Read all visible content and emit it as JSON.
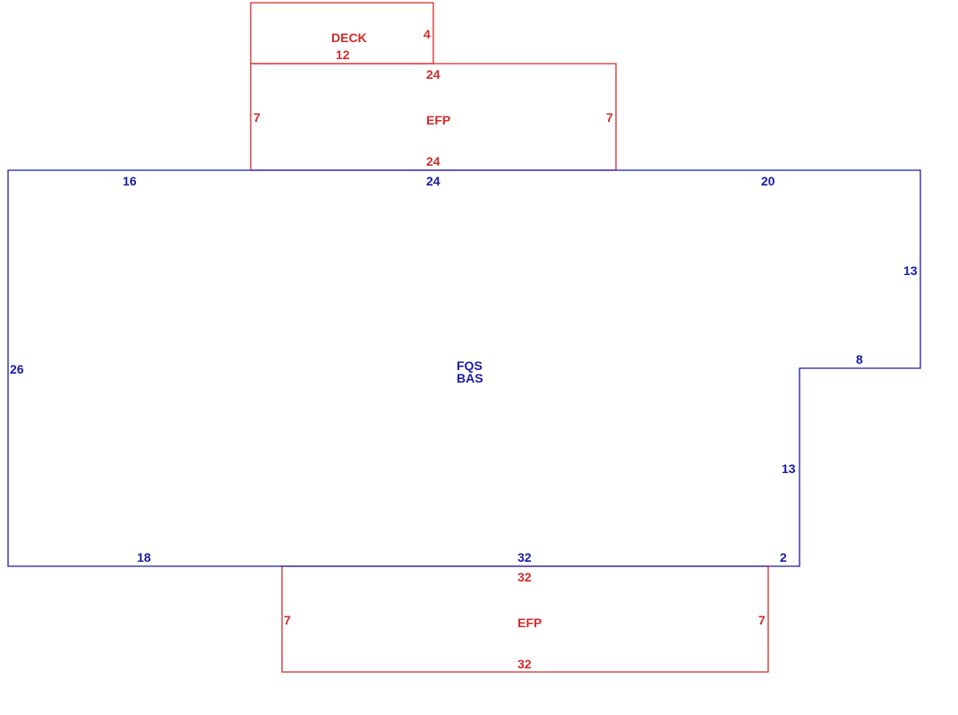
{
  "colors": {
    "living_area": "#1a1aa8",
    "addition": "#d42a2a"
  },
  "main_structure": {
    "codes": [
      "FQS",
      "BAS"
    ],
    "dimensions": {
      "top_left": "16",
      "top_center": "24",
      "top_right": "20",
      "right_upper": "13",
      "notch_top": "8",
      "notch_side": "13",
      "left": "26",
      "bottom_left": "18",
      "bottom_center": "32",
      "bottom_right": "2"
    }
  },
  "deck": {
    "code": "DECK",
    "dimensions": {
      "width": "12",
      "depth": "4"
    }
  },
  "porch_top": {
    "code": "EFP",
    "dimensions": {
      "top": "24",
      "bottom": "24",
      "left": "7",
      "right": "7"
    }
  },
  "porch_bottom": {
    "code": "EFP",
    "dimensions": {
      "top": "32",
      "bottom": "32",
      "left": "7",
      "right": "7"
    }
  }
}
